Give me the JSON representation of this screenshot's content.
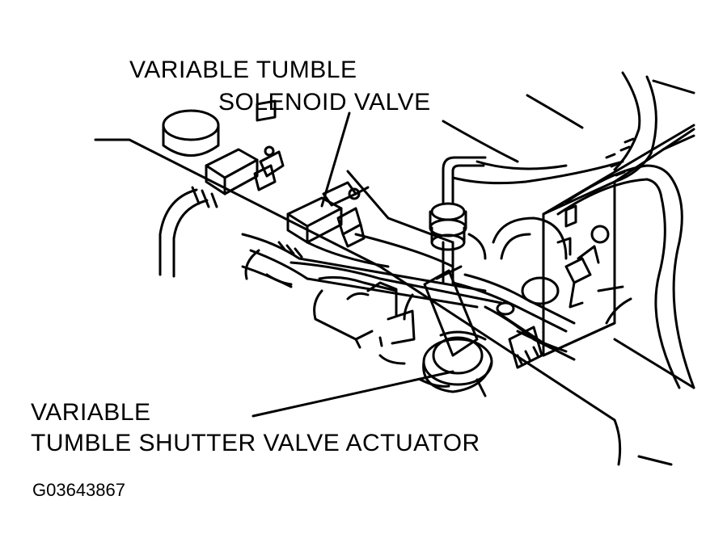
{
  "labels": {
    "solenoid_line1": "VARIABLE TUMBLE",
    "solenoid_line2": "SOLENOID VALVE",
    "actuator_line1": "VARIABLE",
    "actuator_line2": "TUMBLE SHUTTER VALVE ACTUATOR"
  },
  "figure_id": "G03643867",
  "colors": {
    "ink": "#000000",
    "paper": "#ffffff"
  }
}
